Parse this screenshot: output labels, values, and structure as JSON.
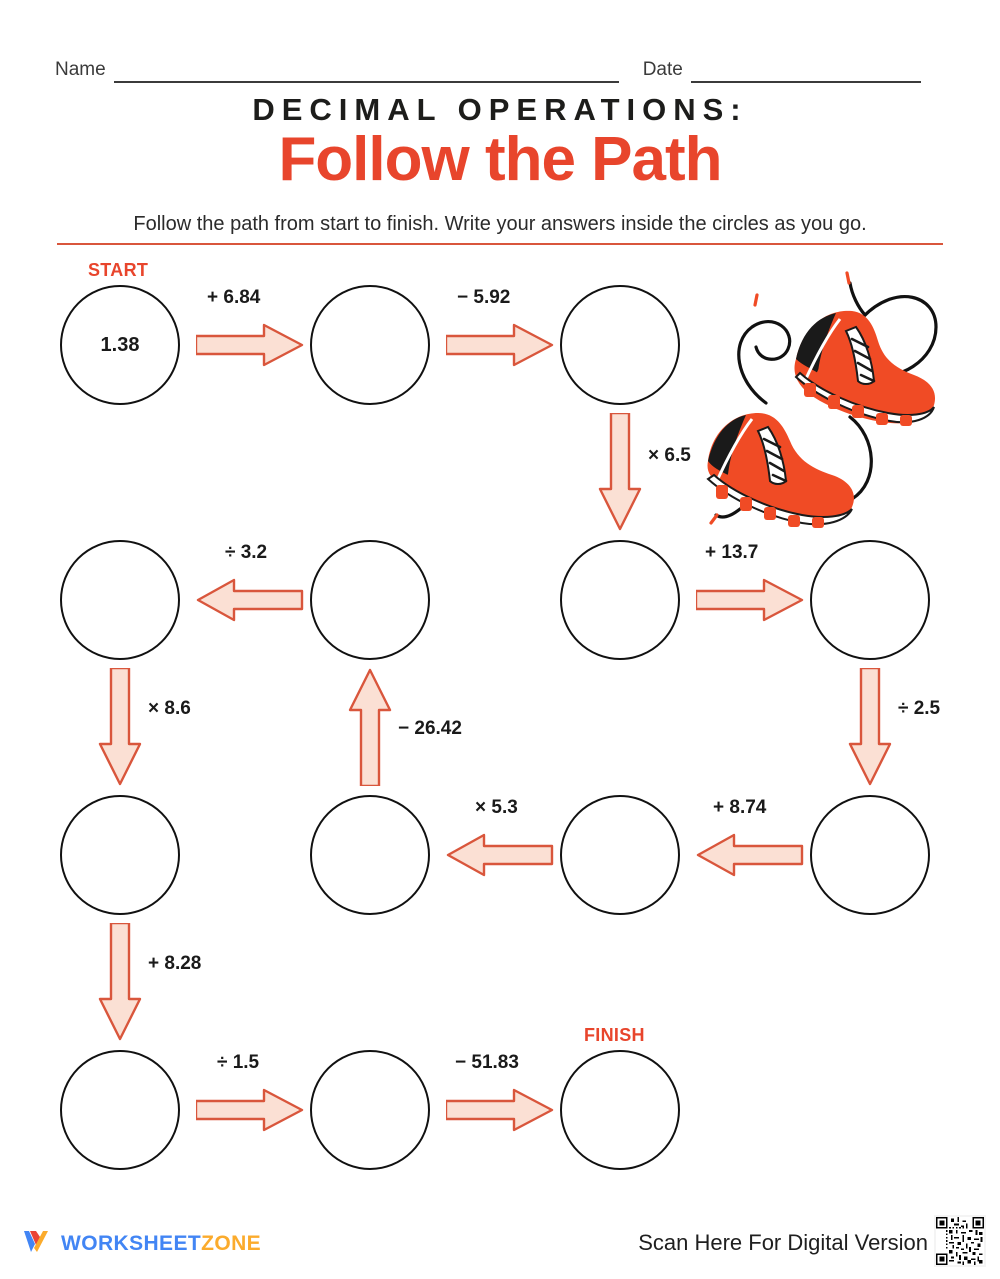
{
  "header": {
    "name_label": "Name",
    "date_label": "Date"
  },
  "title": {
    "eyebrow": "DECIMAL OPERATIONS:",
    "main": "Follow the Path",
    "instructions": "Follow the path from start to finish. Write your answers inside the circles as you go."
  },
  "labels": {
    "start": "START",
    "finish": "FINISH"
  },
  "path": {
    "start_value": "1.38",
    "nodes": [
      {
        "id": "n1",
        "value": "1.38",
        "row": 1,
        "col": 1
      },
      {
        "id": "n2",
        "value": "",
        "row": 1,
        "col": 2
      },
      {
        "id": "n3",
        "value": "",
        "row": 1,
        "col": 3
      },
      {
        "id": "n4",
        "value": "",
        "row": 2,
        "col": 3
      },
      {
        "id": "n5",
        "value": "",
        "row": 2,
        "col": 4
      },
      {
        "id": "n6",
        "value": "",
        "row": 3,
        "col": 4
      },
      {
        "id": "n7",
        "value": "",
        "row": 3,
        "col": 3
      },
      {
        "id": "n8",
        "value": "",
        "row": 3,
        "col": 2
      },
      {
        "id": "n9",
        "value": "",
        "row": 2,
        "col": 2
      },
      {
        "id": "n10",
        "value": "",
        "row": 2,
        "col": 1
      },
      {
        "id": "n11",
        "value": "",
        "row": 3,
        "col": 1
      },
      {
        "id": "n12",
        "value": "",
        "row": 4,
        "col": 1
      },
      {
        "id": "n13",
        "value": "",
        "row": 4,
        "col": 2
      },
      {
        "id": "n14",
        "value": "",
        "row": 4,
        "col": 3
      }
    ],
    "operations": [
      {
        "id": "op1",
        "text": "+ 6.84",
        "direction": "right"
      },
      {
        "id": "op2",
        "text": "− 5.92",
        "direction": "right"
      },
      {
        "id": "op3",
        "text": "× 6.5",
        "direction": "down"
      },
      {
        "id": "op4",
        "text": "+ 13.7",
        "direction": "right"
      },
      {
        "id": "op5",
        "text": "÷ 2.5",
        "direction": "down"
      },
      {
        "id": "op6",
        "text": "+ 8.74",
        "direction": "left"
      },
      {
        "id": "op7",
        "text": "× 5.3",
        "direction": "left"
      },
      {
        "id": "op8",
        "text": "− 26.42",
        "direction": "up"
      },
      {
        "id": "op9",
        "text": "÷ 3.2",
        "direction": "left"
      },
      {
        "id": "op10",
        "text": "× 8.6",
        "direction": "down"
      },
      {
        "id": "op11",
        "text": "+ 8.28",
        "direction": "down"
      },
      {
        "id": "op12",
        "text": "÷ 1.5",
        "direction": "right"
      },
      {
        "id": "op13",
        "text": "− 51.83",
        "direction": "right"
      }
    ]
  },
  "footer": {
    "logo_primary": "WORKSHEET",
    "logo_secondary": "ZONE",
    "scan_text": "Scan Here For Digital Version"
  },
  "colors": {
    "accent_red": "#e8452c",
    "arrow_fill": "#fbe0d4",
    "arrow_stroke": "#d9563c",
    "circle_stroke": "#111111",
    "logo_blue": "#4285f4",
    "logo_yellow": "#fbab2c",
    "shoe_orange": "#f04b25",
    "shoe_black": "#1a1a1a"
  }
}
